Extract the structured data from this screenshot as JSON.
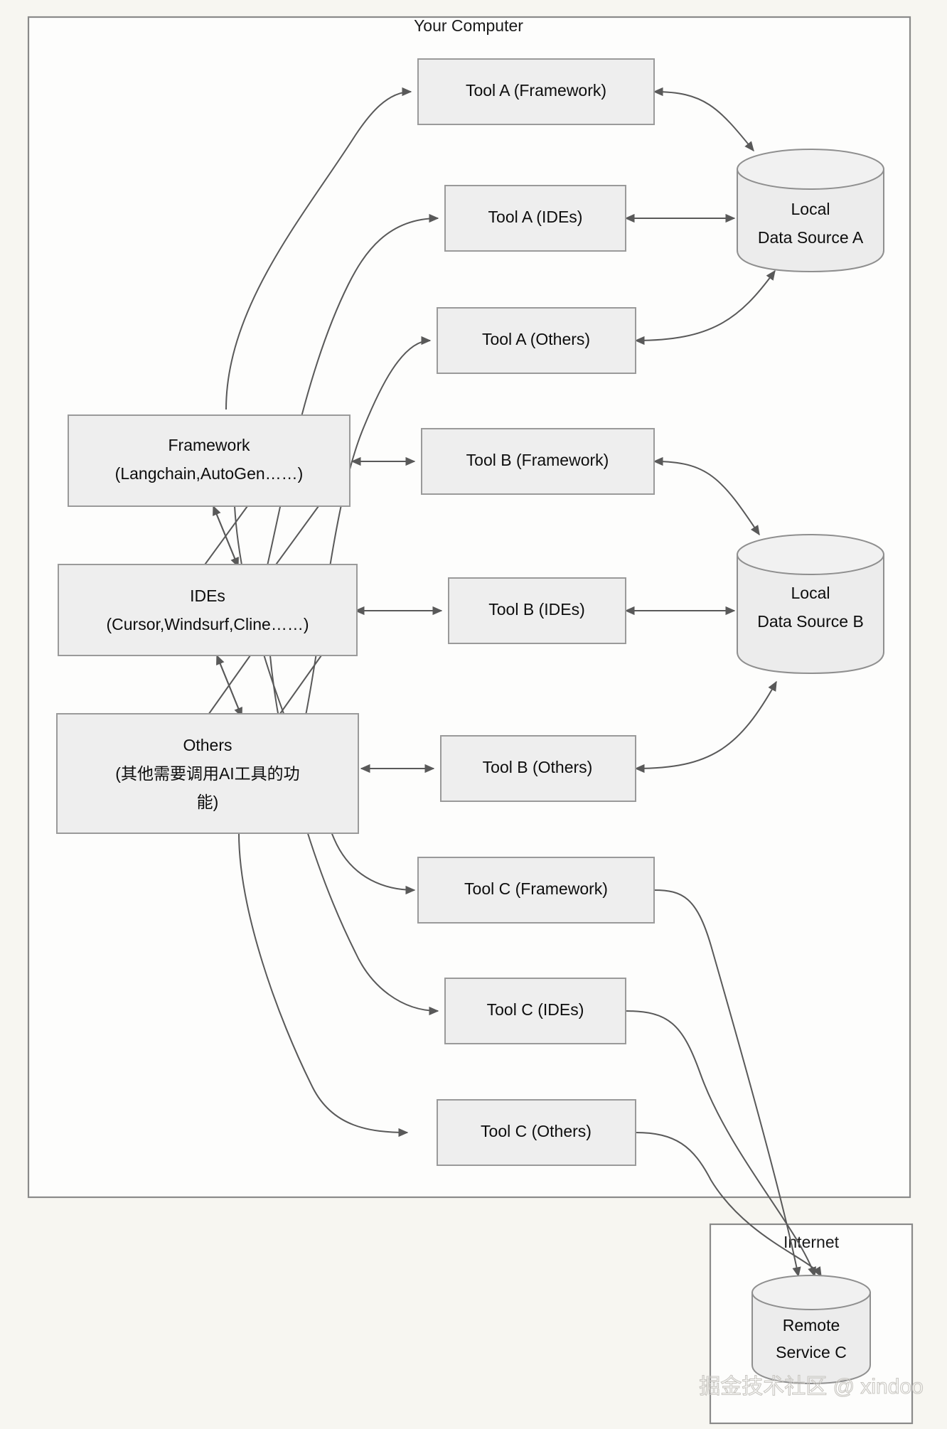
{
  "diagram": {
    "type": "architecture-flow",
    "containers": [
      {
        "id": "your-computer",
        "label": "Your Computer"
      },
      {
        "id": "internet",
        "label": "Internet"
      }
    ],
    "clients": [
      {
        "id": "framework",
        "line1": "Framework",
        "line2": "(Langchain,AutoGen……)"
      },
      {
        "id": "ides",
        "line1": "IDEs",
        "line2": "(Cursor,Windsurf,Cline……)"
      },
      {
        "id": "others",
        "line1": "Others",
        "line2": "(其他需要调用AI工具的功",
        "line3": "能)"
      }
    ],
    "tools": [
      {
        "id": "tool-a-framework",
        "label": "Tool A (Framework)"
      },
      {
        "id": "tool-a-ides",
        "label": "Tool A (IDEs)"
      },
      {
        "id": "tool-a-others",
        "label": "Tool A (Others)"
      },
      {
        "id": "tool-b-framework",
        "label": "Tool B (Framework)"
      },
      {
        "id": "tool-b-ides",
        "label": "Tool B (IDEs)"
      },
      {
        "id": "tool-b-others",
        "label": "Tool B (Others)"
      },
      {
        "id": "tool-c-framework",
        "label": "Tool C (Framework)"
      },
      {
        "id": "tool-c-ides",
        "label": "Tool C (IDEs)"
      },
      {
        "id": "tool-c-others",
        "label": "Tool C (Others)"
      }
    ],
    "datastores": [
      {
        "id": "local-a",
        "line1": "Local",
        "line2": "Data Source A"
      },
      {
        "id": "local-b",
        "line1": "Local",
        "line2": "Data Source B"
      },
      {
        "id": "remote-c",
        "line1": "Remote",
        "line2": "Service C"
      }
    ],
    "watermark": "掘金技术社区 @ xindoo",
    "colors": {
      "page_background": "#f7f6f1",
      "container_fill": "#fdfdfc",
      "node_fill": "#eeeeee",
      "node_border": "#9a9a9a",
      "edge": "#595959",
      "text": "#0d0d0d"
    }
  }
}
